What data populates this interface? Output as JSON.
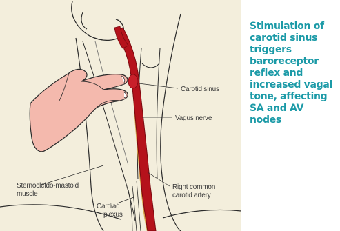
{
  "diagram": {
    "labels": {
      "carotid_sinus": "Carotid sinus",
      "vagus_nerve": "Vagus nerve",
      "sternocleido_line1": "Sternocleido-mastoid",
      "sternocleido_line2": "muscle",
      "cardiac_line1": "Cardiac",
      "cardiac_line2": "plexus",
      "right_common_line1": "Right common",
      "right_common_line2": "carotid artery"
    },
    "colors": {
      "background": "#f3eedc",
      "artery": "#b5121b",
      "skin": "#f4b9ad",
      "outline": "#2b2b2b",
      "caption": "#1b9aa7"
    }
  },
  "caption": {
    "lines": [
      "Stimulation of",
      "carotid sinus",
      "triggers",
      "baroreceptor",
      "reflex and",
      "increased vagal",
      "tone, affecting",
      "SA and AV",
      "nodes"
    ]
  }
}
